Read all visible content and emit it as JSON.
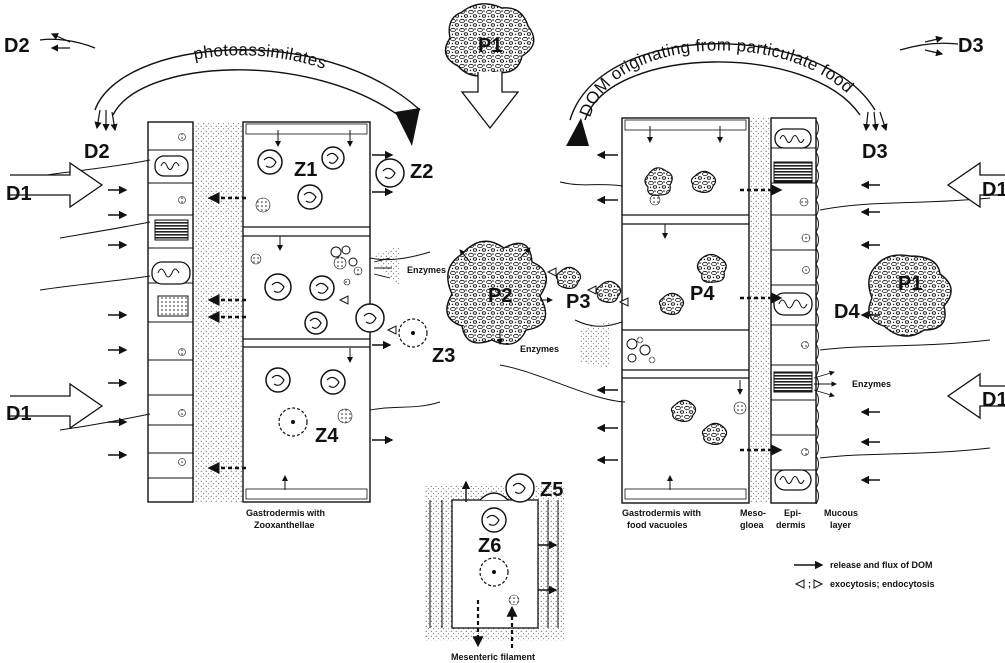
{
  "labels": {
    "photoassimilates": "photoassimilates",
    "dom_particulate": "DOM originating from particulate food",
    "enzymes": "Enzymes",
    "gastro_zoox_1": "Gastrodermis with",
    "gastro_zoox_2": "Zooxanthellae",
    "gastro_food_1": "Gastrodermis with",
    "gastro_food_2": "food vacuoles",
    "meso_1": "Meso-",
    "meso_2": "gloea",
    "epi_1": "Epi-",
    "epi_2": "dermis",
    "mucous_1": "Mucous",
    "mucous_2": "layer",
    "mesenteric": "Mesenteric filament"
  },
  "markers": {
    "D1": "D1",
    "D2": "D2",
    "D3": "D3",
    "D4": "D4",
    "Z1": "Z1",
    "Z2": "Z2",
    "Z3": "Z3",
    "Z4": "Z4",
    "Z5": "Z5",
    "Z6": "Z6",
    "P1": "P1",
    "P2": "P2",
    "P3": "P3",
    "P4": "P4"
  },
  "legend": {
    "release": "release and flux of DOM",
    "exo": "exocytosis; endocytosis"
  }
}
